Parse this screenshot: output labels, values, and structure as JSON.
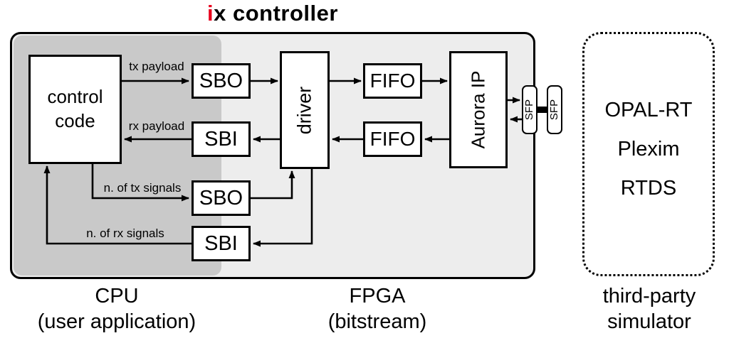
{
  "title": {
    "accent": "i",
    "rest": "x controller"
  },
  "blocks": {
    "control_code": "control code",
    "sbo_tx": "SBO",
    "sbi_rx": "SBI",
    "sbo_ntx": "SBO",
    "sbi_nrx": "SBI",
    "driver": "driver",
    "fifo_tx": "FIFO",
    "fifo_rx": "FIFO",
    "aurora": "Aurora IP",
    "sfp_left": "SFP",
    "sfp_right": "SFP"
  },
  "edge_labels": {
    "tx_payload": "tx payload",
    "rx_payload": "rx payload",
    "n_tx_signals": "n. of tx signals",
    "n_rx_signals": "n. of rx signals"
  },
  "simulator": {
    "items": [
      "OPAL-RT",
      "Plexim",
      "RTDS"
    ]
  },
  "captions": {
    "cpu_line1": "CPU",
    "cpu_line2": "(user application)",
    "fpga_line1": "FPGA",
    "fpga_line2": "(bitstream)",
    "sim_line1": "third-party",
    "sim_line2": "simulator"
  },
  "colors": {
    "accent_red": "#e8001c",
    "cpu_region_bg": "#c9c9c9",
    "fpga_region_bg": "#ededed",
    "line": "#000000"
  }
}
